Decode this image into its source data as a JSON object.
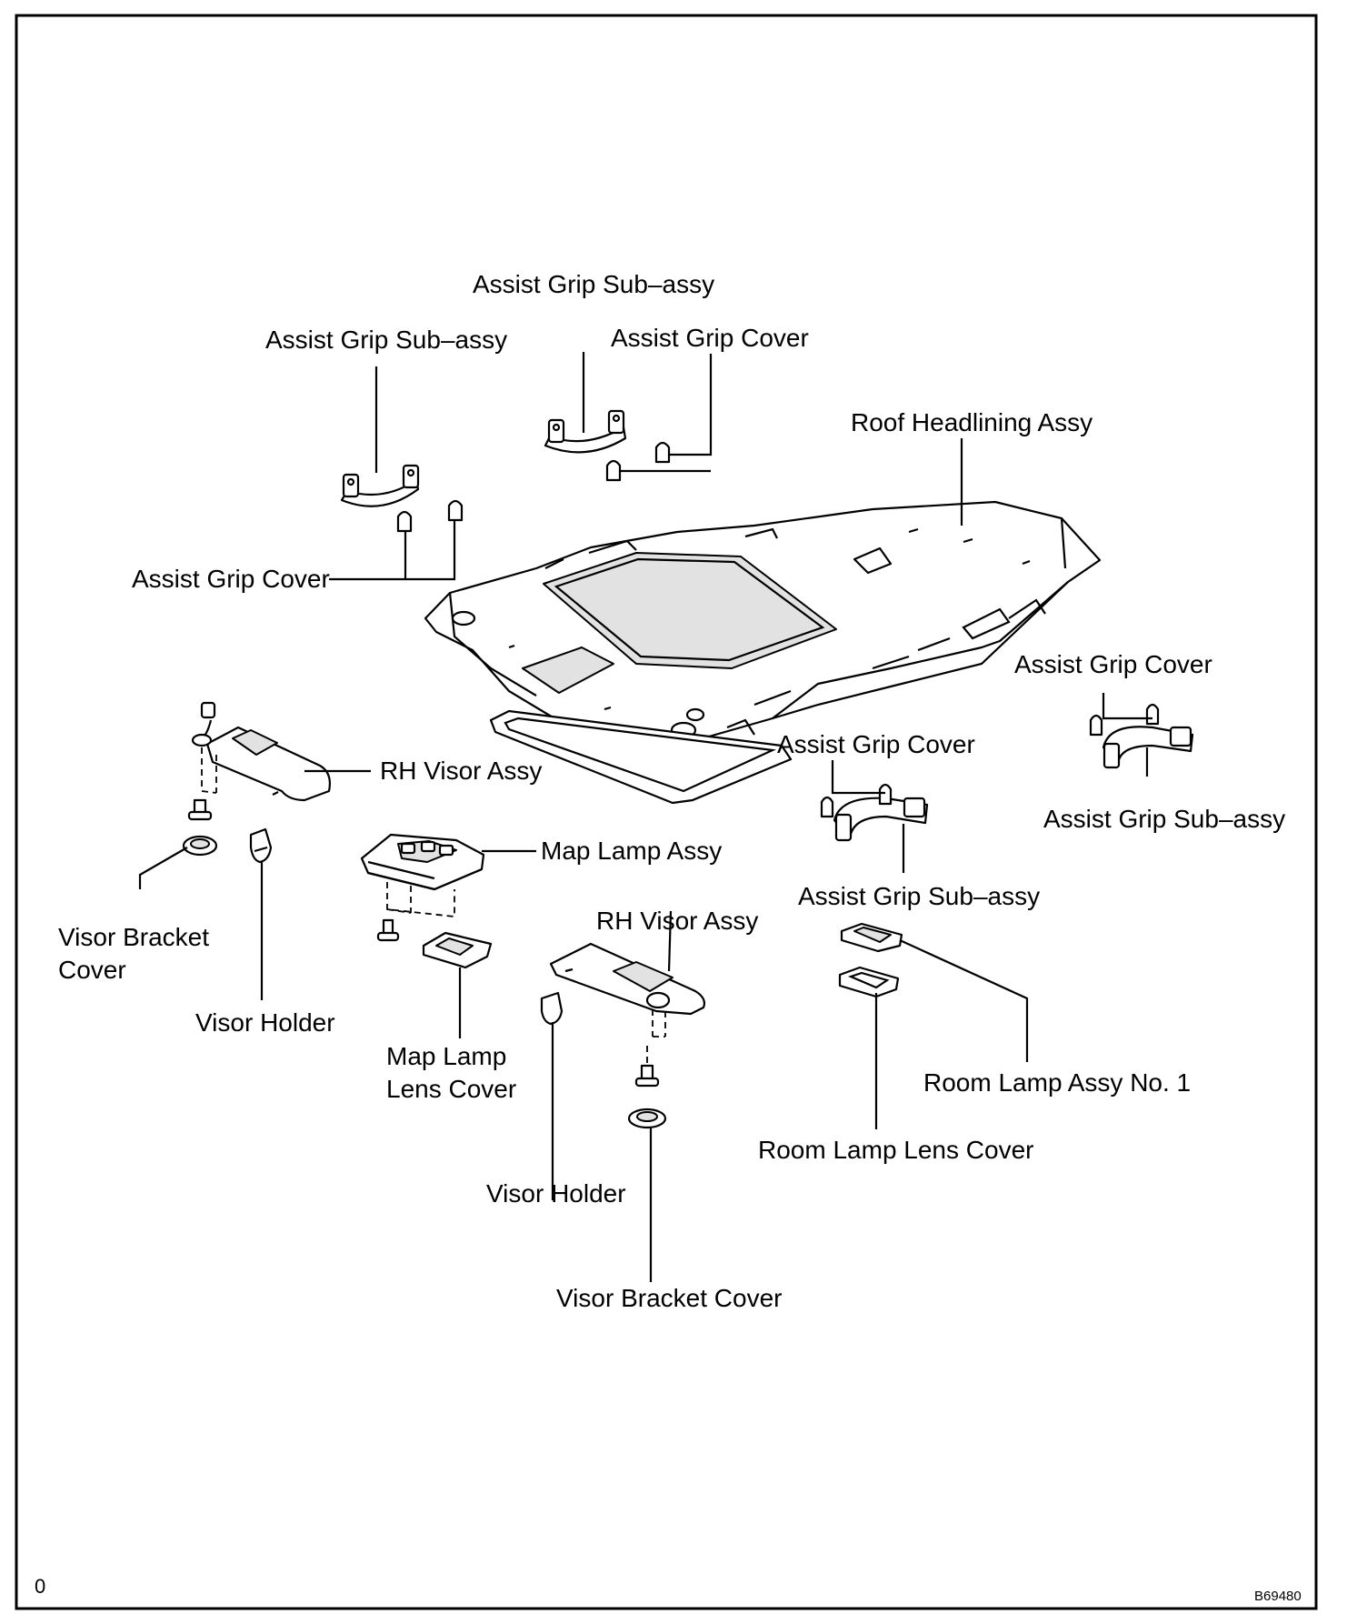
{
  "labels": {
    "assist_grip_sub_assy_top": "Assist Grip Sub–assy",
    "assist_grip_cover_top": "Assist Grip Cover",
    "assist_grip_sub_assy_left": "Assist Grip Sub–assy",
    "roof_headlining_assy": "Roof Headlining Assy",
    "assist_grip_cover_left": "Assist Grip Cover",
    "assist_grip_cover_right": "Assist Grip Cover",
    "assist_grip_cover_mid": "Assist Grip Cover",
    "rh_visor_assy_left": "RH Visor Assy",
    "assist_grip_sub_assy_right": "Assist Grip Sub–assy",
    "map_lamp_assy": "Map Lamp Assy",
    "assist_grip_sub_assy_mid": "Assist Grip Sub–assy",
    "visor_bracket_cover_left_line1": "Visor Bracket",
    "visor_bracket_cover_left_line2": "Cover",
    "rh_visor_assy_center": "RH Visor Assy",
    "visor_holder_left": "Visor Holder",
    "map_lamp_lens_cover_line1": "Map Lamp",
    "map_lamp_lens_cover_line2": "Lens Cover",
    "room_lamp_assy_no1": "Room Lamp Assy No. 1",
    "room_lamp_lens_cover": "Room Lamp Lens Cover",
    "visor_holder_center": "Visor Holder",
    "visor_bracket_cover_center": "Visor Bracket Cover"
  },
  "corner_left": "0",
  "figure_code": "B69480"
}
